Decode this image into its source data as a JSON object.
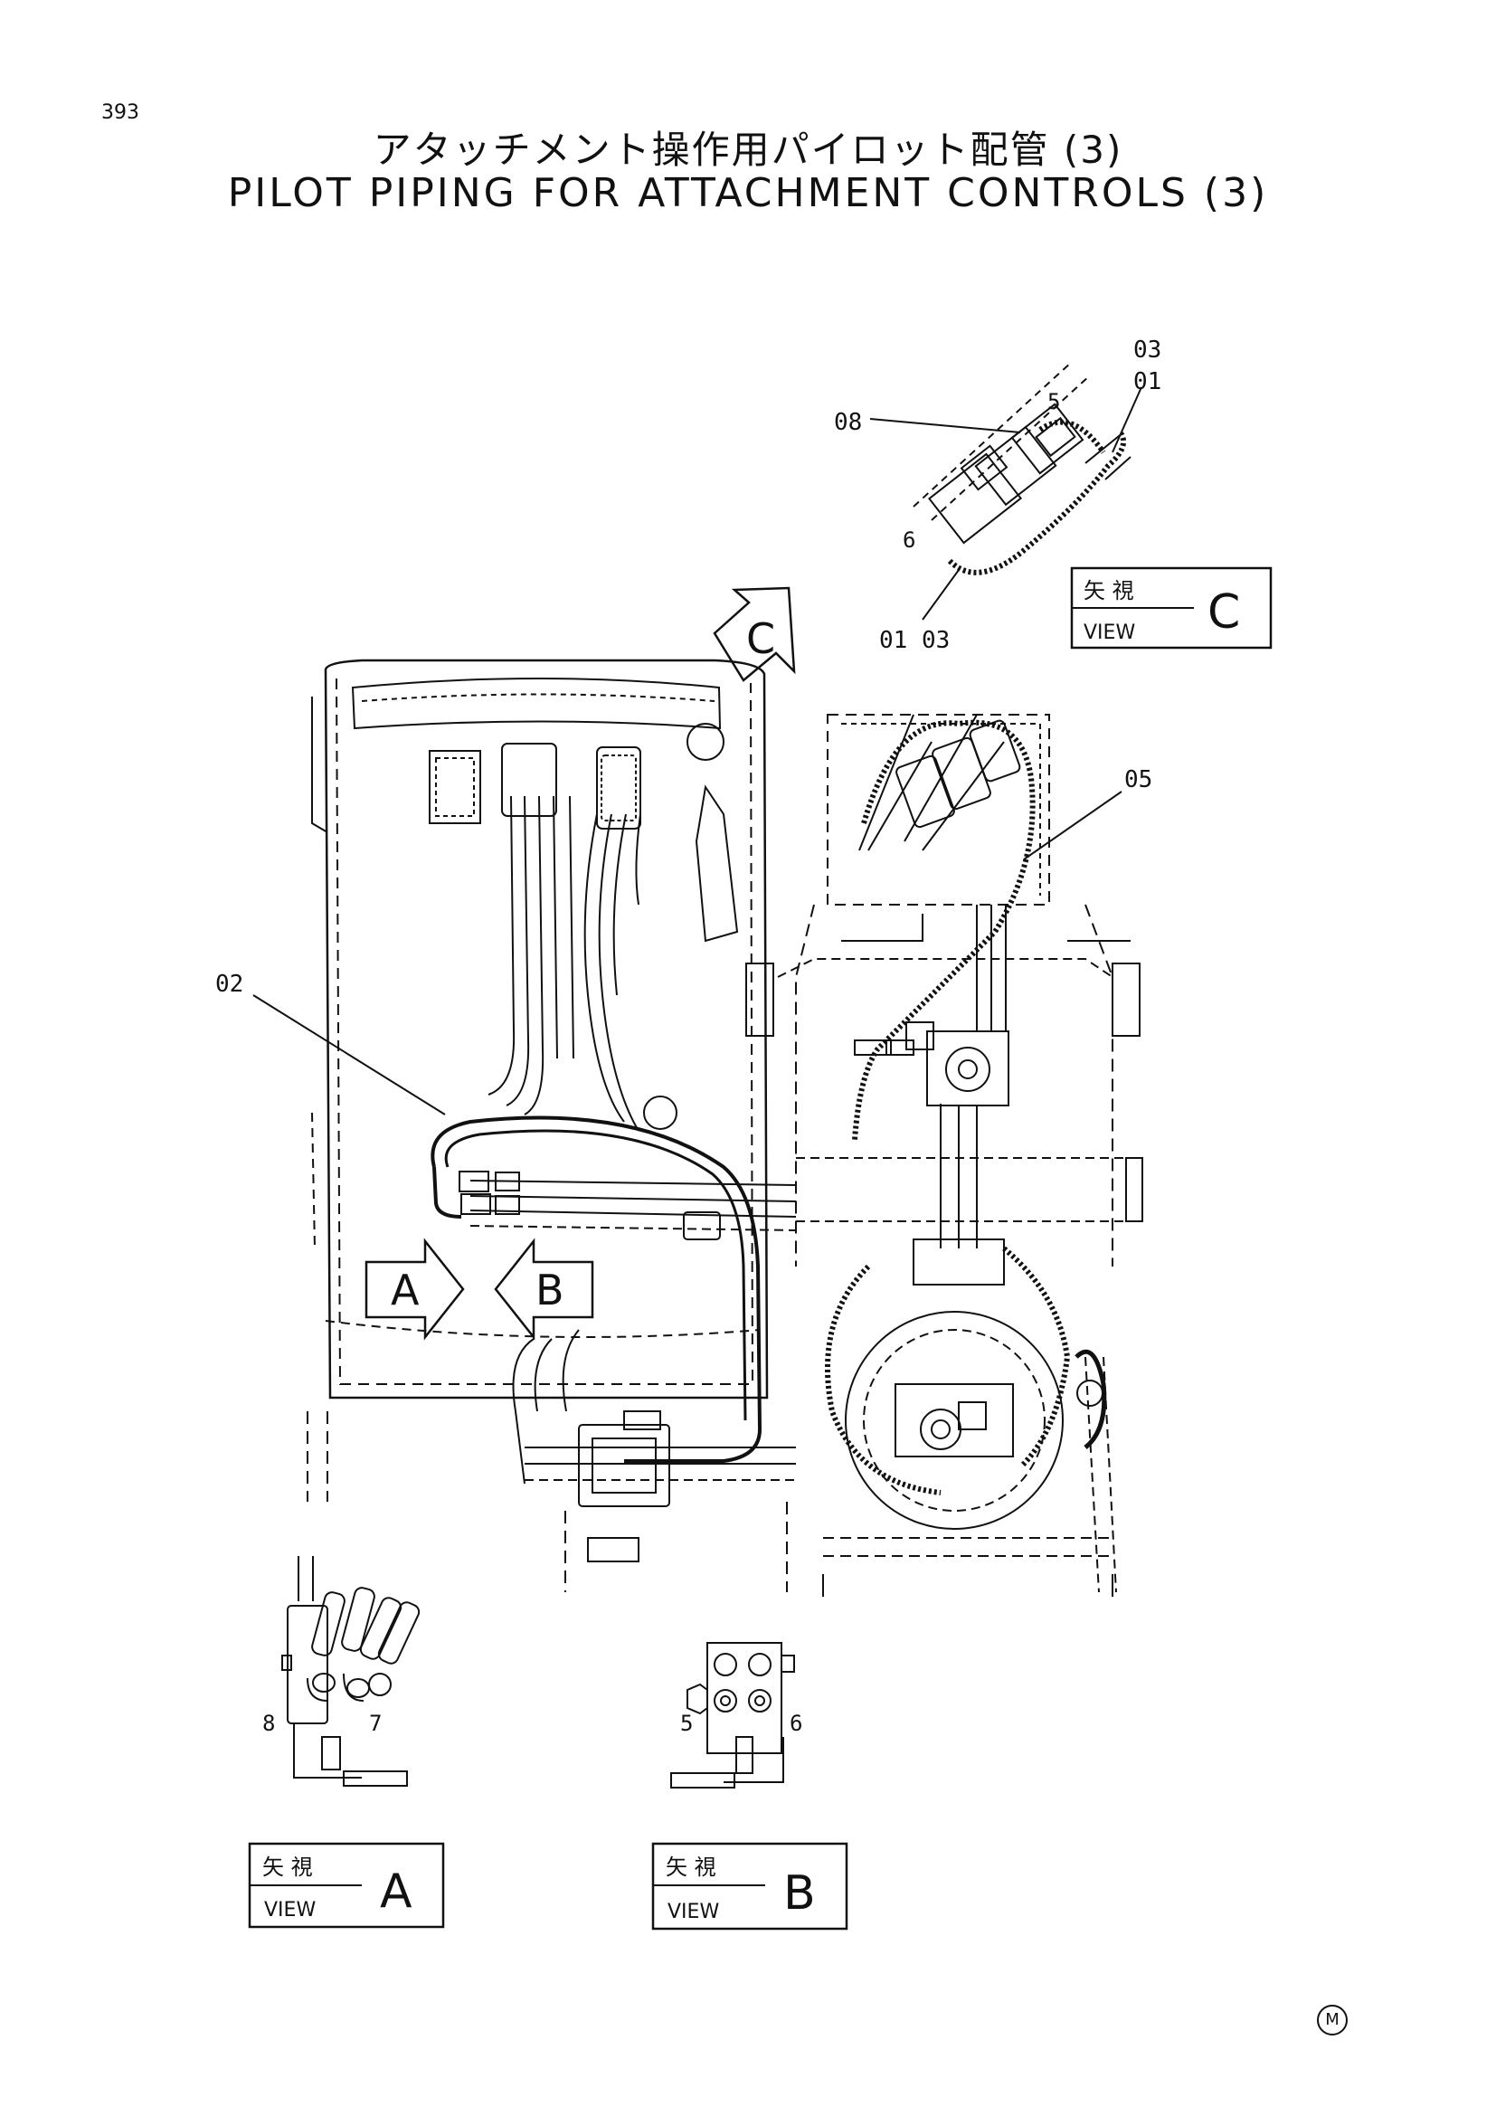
{
  "page_number": "393",
  "title_jp": "アタッチメント操作用パイロット配管 (3)",
  "title_en": "PILOT PIPING FOR ATTACHMENT CONTROLS (3)",
  "part_labels": {
    "p03_top": "03",
    "p01_top": "01",
    "p08": "08",
    "p5_top": "5",
    "p6_top": "6",
    "p0103": "01 03",
    "p05": "05",
    "p02": "02",
    "p8": "8",
    "p7": "7",
    "p5_b": "5",
    "p6_b": "6"
  },
  "view_arrows": {
    "a": "A",
    "b": "B",
    "c": "C"
  },
  "view_boxes": {
    "c": {
      "jp": "矢  視",
      "en": "VIEW",
      "letter": "C"
    },
    "a": {
      "jp": "矢  視",
      "en": "VIEW",
      "letter": "A"
    },
    "b": {
      "jp": "矢  視",
      "en": "VIEW",
      "letter": "B"
    }
  },
  "corner_mark": "M"
}
